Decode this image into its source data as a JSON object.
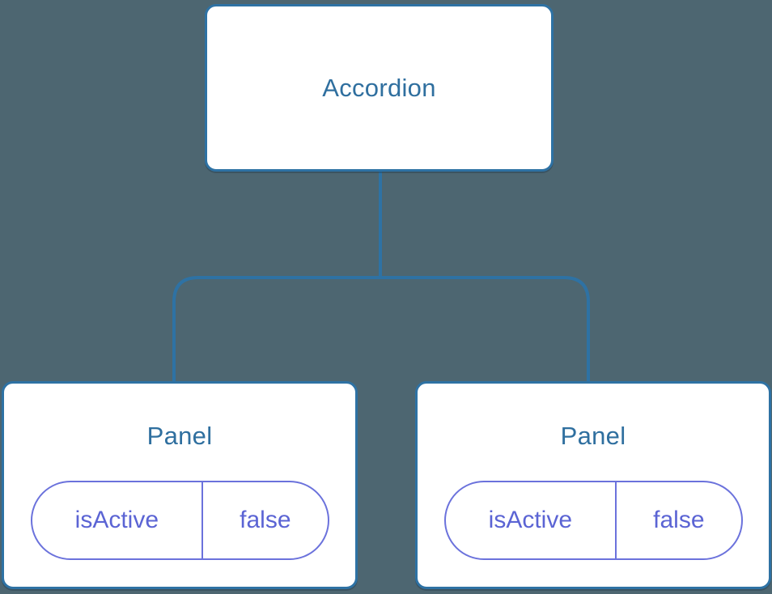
{
  "colors": {
    "background": "#4d6671",
    "node_background": "#ffffff",
    "node_border": "#2e72a4",
    "node_text": "#2f6f9f",
    "connector": "#2e72a4",
    "state_border": "#6b72dc",
    "state_text": "#5b64d4"
  },
  "tree": {
    "root": {
      "label": "Accordion"
    },
    "children": [
      {
        "label": "Panel",
        "state": {
          "name": "isActive",
          "value": "false"
        }
      },
      {
        "label": "Panel",
        "state": {
          "name": "isActive",
          "value": "false"
        }
      }
    ]
  }
}
